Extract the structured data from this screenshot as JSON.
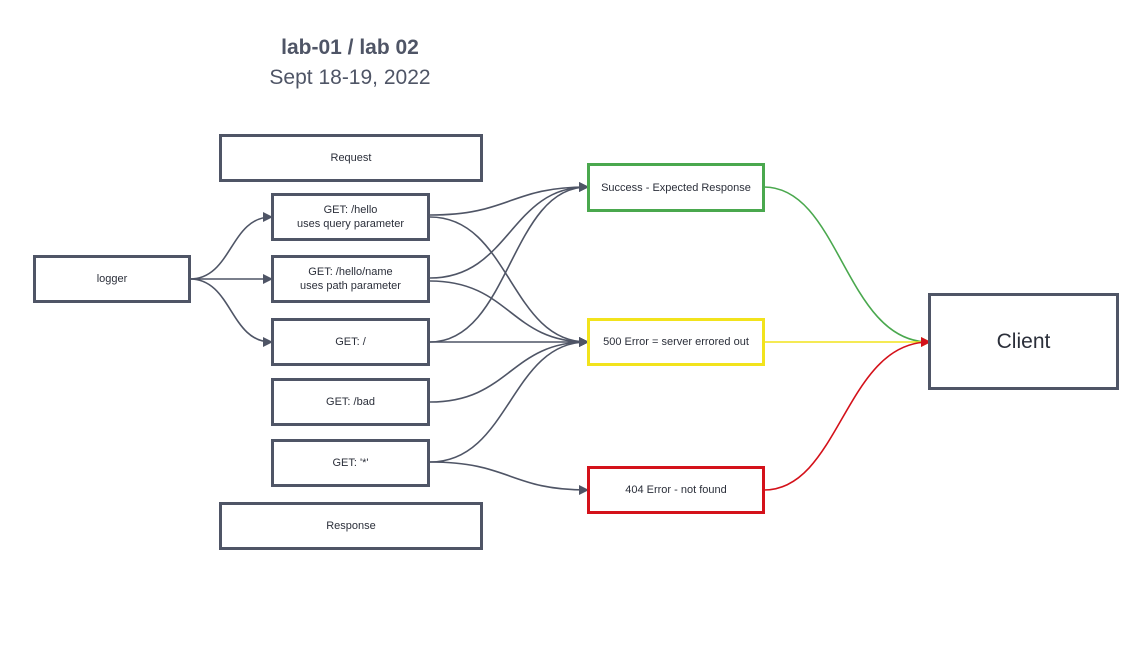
{
  "header": {
    "title": "lab-01 / lab 02",
    "date": "Sept 18-19, 2022"
  },
  "nodes": {
    "request": "Request",
    "logger": "logger",
    "get_hello": [
      "GET: /hello",
      "uses query parameter"
    ],
    "get_hello_name": [
      "GET: /hello/name",
      "uses path parameter"
    ],
    "get_root": "GET: /",
    "get_bad": "GET: /bad",
    "get_star": "GET: '*'",
    "response": "Response",
    "success": "Success - Expected Response",
    "error_500": "500 Error = server errored out",
    "error_404": "404 Error - not found",
    "client": "Client"
  },
  "colors": {
    "border": "#4f5566",
    "connector": "#4f5566",
    "success": "#4aa84e",
    "error_500": "#f2e31c",
    "error_404": "#d4111a"
  }
}
